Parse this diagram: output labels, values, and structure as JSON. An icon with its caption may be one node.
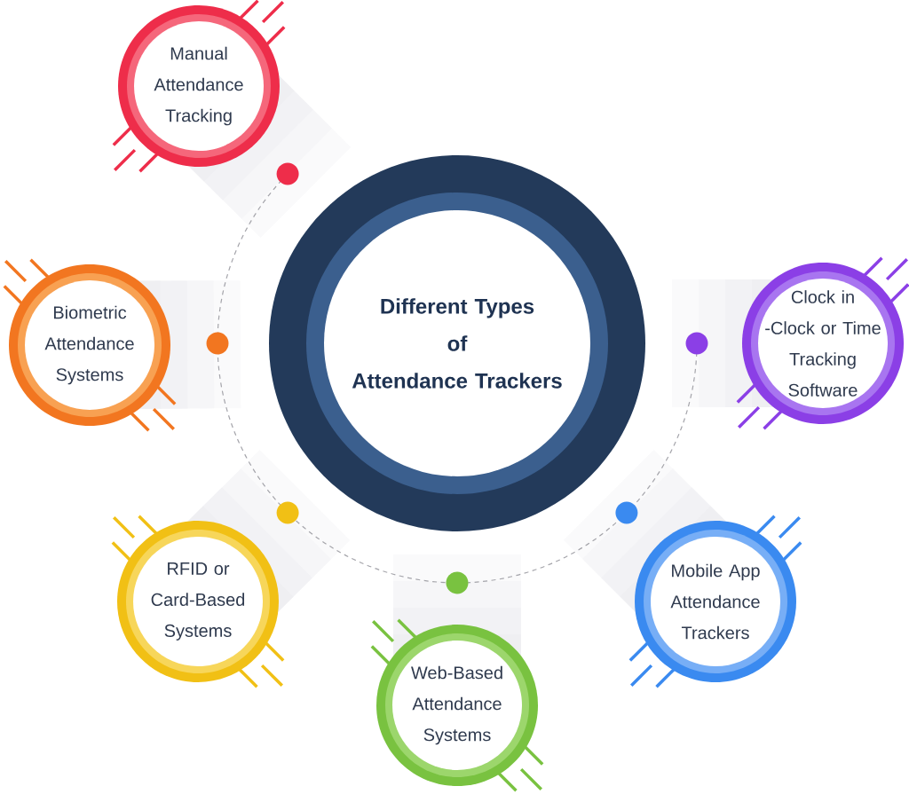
{
  "diagram": {
    "nodes": [
      {
        "text": [
          "Different Types of Attendance Trackers"
        ]
      },
      {
        "text": [
          "Manual Attendance Tracking"
        ]
      },
      {
        "text": [
          "Biometric Attendance Systems"
        ]
      },
      {
        "text": [
          "Clock in -Clock or Time Tracking Software"
        ]
      },
      {
        "text": [
          "RFID or Card-Based Systems"
        ]
      },
      {
        "text": [
          "Mobile App Attendance Trackers"
        ]
      },
      {
        "text": [
          "Web-Based Attendance Systems"
        ]
      }
    ]
  }
}
